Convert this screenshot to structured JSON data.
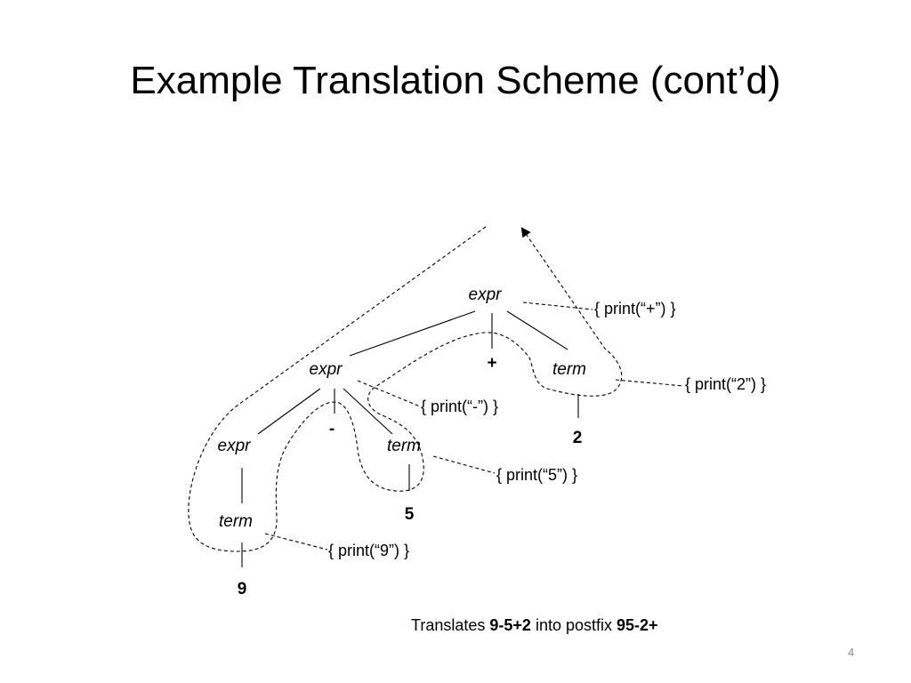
{
  "slide": {
    "title": "Example Translation Scheme (cont’d)",
    "number": "4"
  },
  "tree": {
    "nodes": [
      {
        "id": "expr_root",
        "label": "expr",
        "kind": "nonterminal"
      },
      {
        "id": "plus",
        "label": "+",
        "kind": "terminal"
      },
      {
        "id": "expr_mid",
        "label": "expr",
        "kind": "nonterminal"
      },
      {
        "id": "term_right",
        "label": "term",
        "kind": "nonterminal"
      },
      {
        "id": "two",
        "label": "2",
        "kind": "terminal"
      },
      {
        "id": "minus",
        "label": "-",
        "kind": "terminal"
      },
      {
        "id": "expr_left",
        "label": "expr",
        "kind": "nonterminal"
      },
      {
        "id": "term_mid",
        "label": "term",
        "kind": "nonterminal"
      },
      {
        "id": "five",
        "label": "5",
        "kind": "terminal"
      },
      {
        "id": "term_left",
        "label": "term",
        "kind": "nonterminal"
      },
      {
        "id": "nine",
        "label": "9",
        "kind": "terminal"
      }
    ],
    "edges": [
      [
        "expr_root",
        "expr_mid"
      ],
      [
        "expr_root",
        "plus"
      ],
      [
        "expr_root",
        "term_right"
      ],
      [
        "expr_mid",
        "expr_left"
      ],
      [
        "expr_mid",
        "minus"
      ],
      [
        "expr_mid",
        "term_mid"
      ],
      [
        "term_right",
        "two"
      ],
      [
        "term_mid",
        "five"
      ],
      [
        "expr_left",
        "term_left"
      ],
      [
        "term_left",
        "nine"
      ]
    ],
    "actions": [
      {
        "id": "act_plus",
        "text": "{ print(“+”) }",
        "attached_to": "expr_root"
      },
      {
        "id": "act_two",
        "text": "{ print(“2”) }",
        "attached_to": "term_right"
      },
      {
        "id": "act_minus",
        "text": "{ print(“-”) }",
        "attached_to": "expr_mid"
      },
      {
        "id": "act_five",
        "text": "{ print(“5”) }",
        "attached_to": "term_mid"
      },
      {
        "id": "act_nine",
        "text": "{ print(“9”) }",
        "attached_to": "term_left"
      }
    ]
  },
  "caption": {
    "prefix": "Translates",
    "infix": "9-5+2",
    "middle": "into postfix",
    "postfix": "95-2+"
  }
}
